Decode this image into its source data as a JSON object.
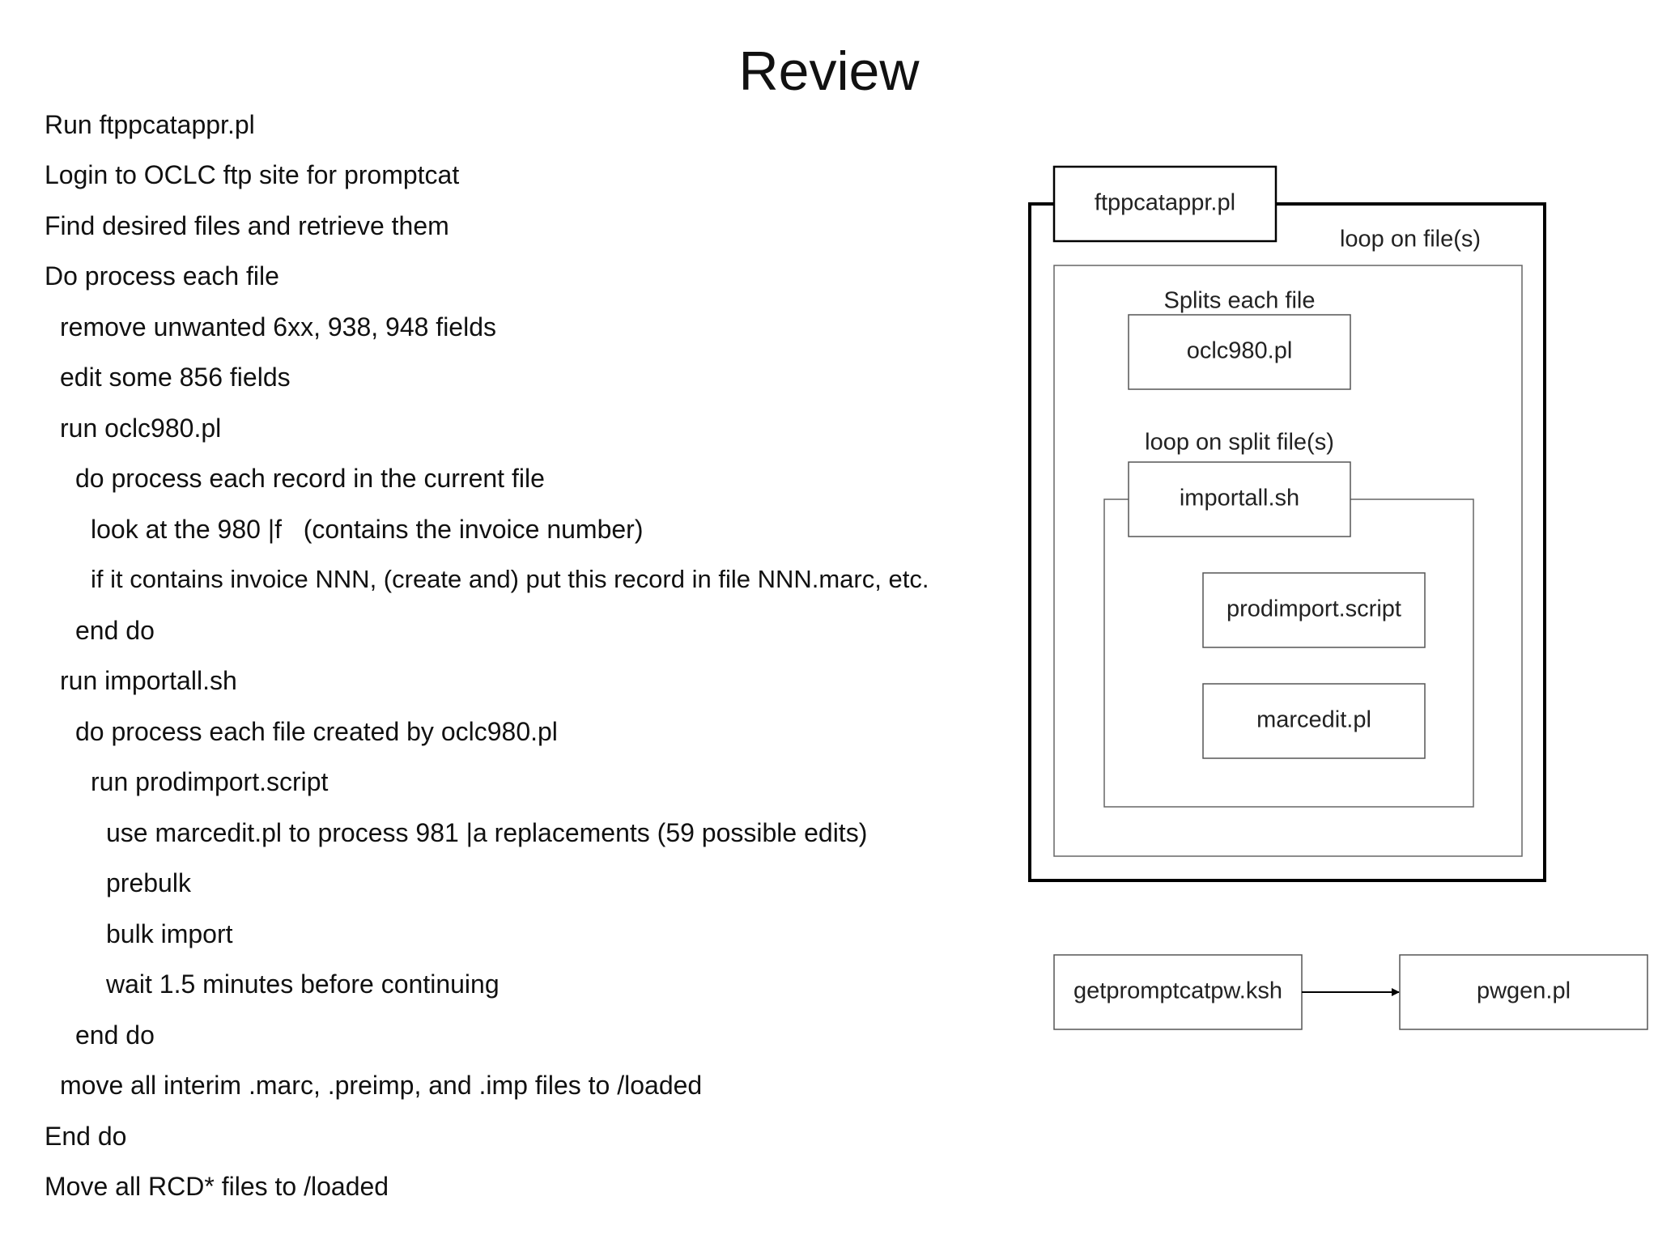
{
  "page": {
    "title": "Review"
  },
  "outline": [
    {
      "level": 0,
      "text": "Run ftppcatappr.pl"
    },
    {
      "level": 0,
      "text": "Login to OCLC ftp site for promptcat"
    },
    {
      "level": 0,
      "text": "Find desired files and retrieve them"
    },
    {
      "level": 0,
      "text": "Do process each file"
    },
    {
      "level": 1,
      "text": "remove unwanted 6xx, 938, 948 fields"
    },
    {
      "level": 1,
      "text": "edit some 856 fields"
    },
    {
      "level": 1,
      "text": "run oclc980.pl"
    },
    {
      "level": 2,
      "text": "do process each record in the current file"
    },
    {
      "level": 3,
      "text": "look at the 980 |f   (contains the invoice number)"
    },
    {
      "level": 3,
      "text": "if it contains invoice NNN, (create and) put this record in file NNN.marc, etc."
    },
    {
      "level": 2,
      "text": "end do"
    },
    {
      "level": 1,
      "text": "run importall.sh"
    },
    {
      "level": 2,
      "text": "do process each file created by oclc980.pl"
    },
    {
      "level": 3,
      "text": "run prodimport.script"
    },
    {
      "level": 4,
      "text": "use marcedit.pl to process 981 |a replacements (59 possible edits)"
    },
    {
      "level": 4,
      "text": "prebulk"
    },
    {
      "level": 4,
      "text": "bulk import"
    },
    {
      "level": 4,
      "text": "wait 1.5 minutes before continuing"
    },
    {
      "level": 2,
      "text": "end do"
    },
    {
      "level": 1,
      "text": "move all interim .marc, .preimp, and .imp files to /loaded"
    },
    {
      "level": 0,
      "text": "End do"
    },
    {
      "level": 0,
      "text": "Move all RCD* files to /loaded"
    }
  ],
  "diagram": {
    "ftppcatappr_label": "ftppcatappr.pl",
    "loop_files_label": "loop on file(s)",
    "splits_label": "Splits each file",
    "oclc980_label": "oclc980.pl",
    "loop_split_label": "loop on split file(s)",
    "importall_label": "importall.sh",
    "prodimport_label": "prodimport.script",
    "marcedit_label": "marcedit.pl",
    "getpromptcatpw_label": "getpromptcatpw.ksh",
    "pwgen_label": "pwgen.pl"
  }
}
